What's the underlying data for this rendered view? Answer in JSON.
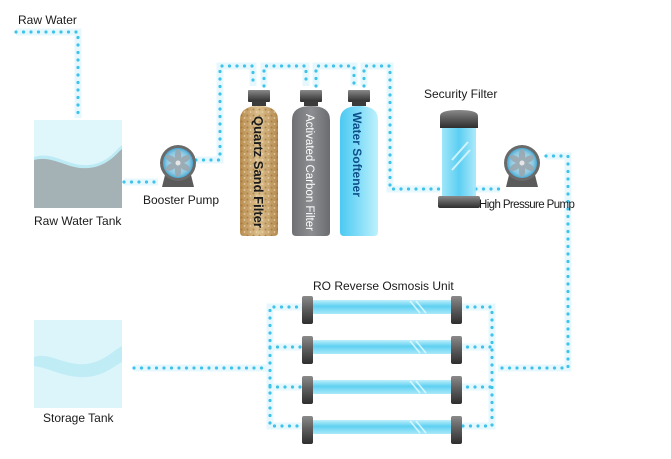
{
  "title": "RO water treatment process diagram",
  "colors": {
    "pipe": "#3fc3ea",
    "pipe_glow": "#e6f8fd",
    "water_light": "#d9f5fb",
    "water_mid": "#bdebf5",
    "sediment": "#a4b2b6",
    "cap": "#4a4a4a",
    "tube": "#7fd8f4",
    "sand": "#c9a56e",
    "carbon": "#808285",
    "softener": "#6fd3f5"
  },
  "labels": {
    "raw_water": "Raw Water",
    "raw_water_tank": "Raw Water Tank",
    "booster_pump": "Booster Pump",
    "quartz_sand_filter": "Quartz Sand Filter",
    "activated_carbon_filter": "Activated Carbon Filter",
    "water_softener": "Water Softener",
    "security_filter": "Security Filter",
    "high_pressure_pump": "High Pressure Pump",
    "ro_unit": "RO Reverse Osmosis Unit",
    "storage_tank": "Storage Tank"
  },
  "ro_membranes": [
    {
      "name": "membrane-1"
    },
    {
      "name": "membrane-2"
    },
    {
      "name": "membrane-3"
    },
    {
      "name": "membrane-4"
    }
  ]
}
